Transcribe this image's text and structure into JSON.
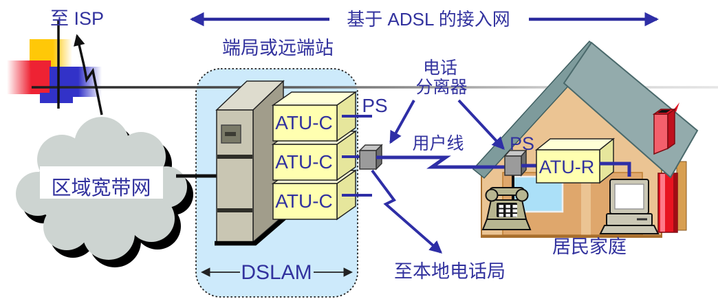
{
  "header": {
    "span_label": "基于 ADSL 的接入网",
    "to_isp_label": "至 ISP"
  },
  "central_office": {
    "station_label": "端局或远端站",
    "dslam_label": "DSLAM",
    "ps_label": "PS",
    "cards": [
      {
        "label": "ATU-C"
      },
      {
        "label": "ATU-C"
      },
      {
        "label": "ATU-C"
      }
    ]
  },
  "cloud": {
    "label": "区域宽带网"
  },
  "splitter": {
    "label_line1": "电话",
    "label_line2": "分离器"
  },
  "lines": {
    "subscriber_line_label": "用户线",
    "to_local_office_label": "至本地电话局"
  },
  "home": {
    "label": "居民家庭",
    "ps_label": "PS",
    "atu_r_label": "ATU-R"
  },
  "colors": {
    "label_text": "#32329E",
    "line_blue": "#2E2EA6",
    "device_yellow": "#FFFFB0",
    "dslam_panel": "#CDEAFB",
    "cloud_gray": "#CDD4D1",
    "house_wall": "#EBC493",
    "roof_slate": "#93ABAC",
    "accent_red": "#E81420"
  }
}
